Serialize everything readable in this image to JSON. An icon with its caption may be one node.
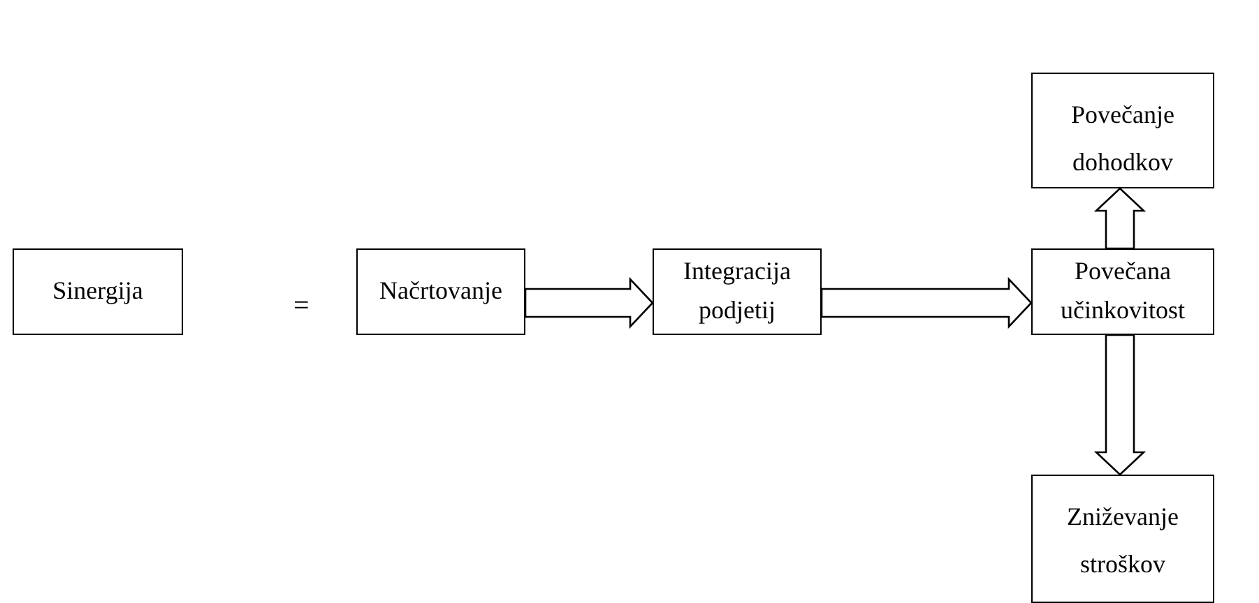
{
  "diagram": {
    "nodes": [
      {
        "text": [
          "Sinergija"
        ]
      },
      {
        "text": [
          "Načrtovanje"
        ]
      },
      {
        "text": [
          "Integracija podjetij"
        ]
      },
      {
        "text": [
          "Povečana učinkovitost"
        ]
      },
      {
        "text": [
          "Povečanje dohodkov"
        ]
      },
      {
        "text": [
          "Zniževanje stroškov"
        ]
      }
    ],
    "edges": [
      {
        "from": 1,
        "to": 2,
        "arrow": "to"
      },
      {
        "from": 2,
        "to": 3,
        "arrow": "to"
      },
      {
        "from": 3,
        "to": 4,
        "arrow": "to"
      },
      {
        "from": 3,
        "to": 5,
        "arrow": "to"
      }
    ],
    "labels": [
      "="
    ]
  }
}
